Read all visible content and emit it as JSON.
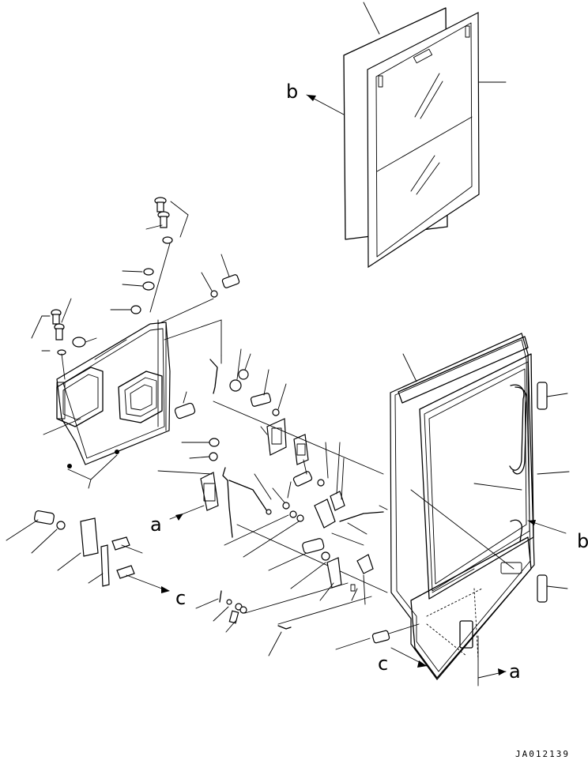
{
  "drawing_code": "JA012139",
  "view_labels": {
    "a_left": "a",
    "a_right": "a",
    "b_left": "b",
    "b_right": "b",
    "c_left": "c",
    "c_right": "c"
  }
}
